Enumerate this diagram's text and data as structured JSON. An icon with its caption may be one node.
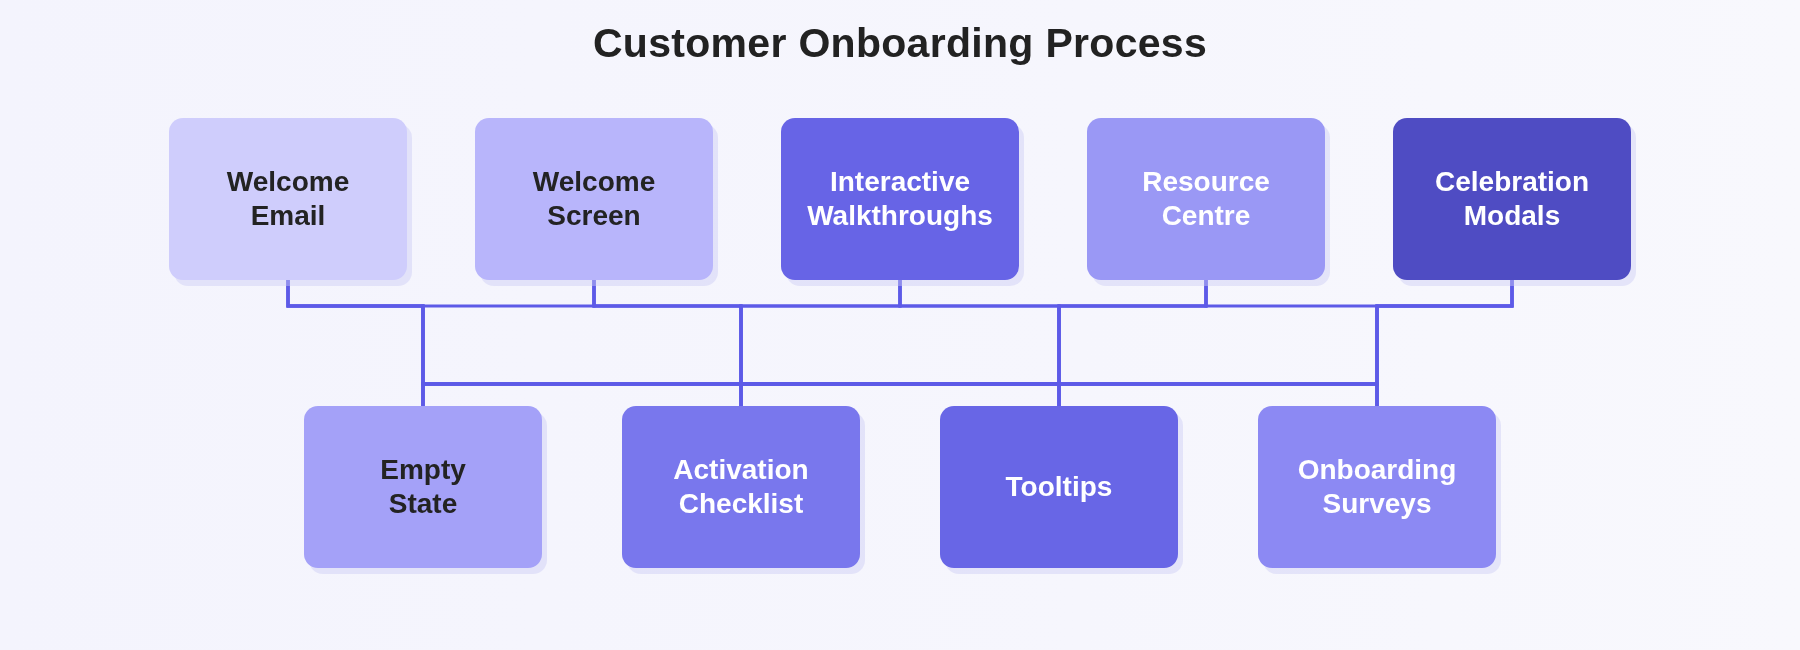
{
  "diagram": {
    "title": "Customer Onboarding Process",
    "nodes": [
      {
        "text": [
          "Welcome Email"
        ]
      },
      {
        "text": [
          "Welcome Screen"
        ]
      },
      {
        "text": [
          "Interactive Walkthroughs"
        ]
      },
      {
        "text": [
          "Resource Centre"
        ]
      },
      {
        "text": [
          "Celebration Modals"
        ]
      },
      {
        "text": [
          "Empty State"
        ]
      },
      {
        "text": [
          "Activation Checklist"
        ]
      },
      {
        "text": [
          "Tooltips"
        ]
      },
      {
        "text": [
          "Onboarding Surveys"
        ]
      }
    ],
    "edges": [
      {
        "from": 0,
        "to": 5,
        "arrow": "none"
      },
      {
        "from": 0,
        "to": 6,
        "arrow": "none"
      },
      {
        "from": 0,
        "to": 7,
        "arrow": "none"
      },
      {
        "from": 0,
        "to": 8,
        "arrow": "none"
      },
      {
        "from": 1,
        "to": 5,
        "arrow": "none"
      },
      {
        "from": 1,
        "to": 6,
        "arrow": "none"
      },
      {
        "from": 1,
        "to": 7,
        "arrow": "none"
      },
      {
        "from": 1,
        "to": 8,
        "arrow": "none"
      },
      {
        "from": 2,
        "to": 5,
        "arrow": "none"
      },
      {
        "from": 2,
        "to": 6,
        "arrow": "none"
      },
      {
        "from": 2,
        "to": 7,
        "arrow": "none"
      },
      {
        "from": 2,
        "to": 8,
        "arrow": "none"
      },
      {
        "from": 3,
        "to": 5,
        "arrow": "none"
      },
      {
        "from": 3,
        "to": 6,
        "arrow": "none"
      },
      {
        "from": 3,
        "to": 7,
        "arrow": "none"
      },
      {
        "from": 3,
        "to": 8,
        "arrow": "none"
      },
      {
        "from": 4,
        "to": 5,
        "arrow": "none"
      },
      {
        "from": 4,
        "to": 6,
        "arrow": "none"
      },
      {
        "from": 4,
        "to": 7,
        "arrow": "none"
      },
      {
        "from": 4,
        "to": 8,
        "arrow": "none"
      }
    ]
  }
}
